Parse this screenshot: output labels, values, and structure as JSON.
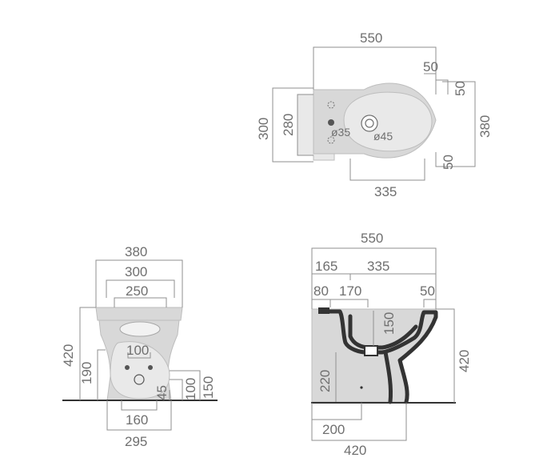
{
  "top_view": {
    "width_total": "550",
    "offset_top_right": "50",
    "offset_right_upper": "50",
    "depth_total": "380",
    "offset_right_lower": "50",
    "bottom_length": "335",
    "outer_height": "300",
    "inner_height": "280",
    "hole_small": "ø35",
    "hole_large": "ø45"
  },
  "front_view": {
    "width_top": "380",
    "width_mid": "300",
    "width_inner": "250",
    "height_total": "420",
    "height_fix": "190",
    "center_spacing": "100",
    "height_100": "100",
    "height_150": "150",
    "offset_45": "45",
    "base_inner": "160",
    "base_outer": "295"
  },
  "side_view": {
    "length_total": "550",
    "seg_165": "165",
    "seg_335": "335",
    "seg_80": "80",
    "seg_170": "170",
    "seg_50": "50",
    "height_150": "150",
    "height_220": "220",
    "height_total": "420",
    "floor_200": "200",
    "floor_420": "420"
  },
  "colors": {
    "dimension_line": "#8f8f8f",
    "body": "#d8d8d8",
    "outline_dark": "#333333",
    "label": "#6f6f6f"
  }
}
